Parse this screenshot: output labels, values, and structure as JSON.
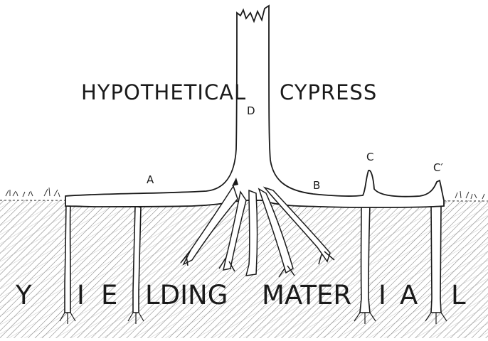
{
  "title_left": "HYPOTHETICAL",
  "title_right": "CYPRESS",
  "labels": {
    "trunk": "D",
    "root_left": "A",
    "root_right": "B",
    "knee_1": "C",
    "knee_2": "C′"
  },
  "soil_letters": [
    "Y",
    "I",
    "E",
    "LDING",
    "MATER",
    "I",
    "A",
    "L"
  ],
  "colors": {
    "ink": "#1a1a1a",
    "paper": "#ffffff",
    "soil_hatch": "#6a6a6a"
  }
}
